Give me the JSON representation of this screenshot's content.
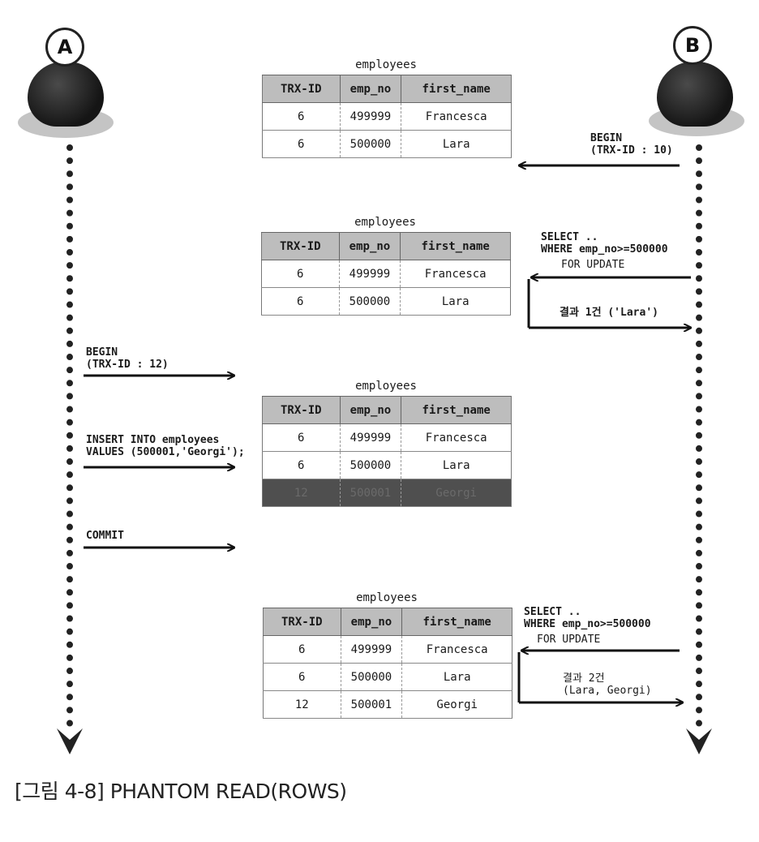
{
  "actors": {
    "a_label": "A",
    "b_label": "B"
  },
  "table_headers": [
    "TRX-ID",
    "emp_no",
    "first_name"
  ],
  "tables": [
    {
      "caption": "employees",
      "rows": [
        {
          "trx": "6",
          "emp_no": "499999",
          "first_name": "Francesca",
          "highlight": false
        },
        {
          "trx": "6",
          "emp_no": "500000",
          "first_name": "Lara",
          "highlight": false
        }
      ]
    },
    {
      "caption": "employees",
      "rows": [
        {
          "trx": "6",
          "emp_no": "499999",
          "first_name": "Francesca",
          "highlight": false
        },
        {
          "trx": "6",
          "emp_no": "500000",
          "first_name": "Lara",
          "highlight": false
        }
      ]
    },
    {
      "caption": "employees",
      "rows": [
        {
          "trx": "6",
          "emp_no": "499999",
          "first_name": "Francesca",
          "highlight": false
        },
        {
          "trx": "6",
          "emp_no": "500000",
          "first_name": "Lara",
          "highlight": false
        },
        {
          "trx": "12",
          "emp_no": "500001",
          "first_name": "Georgi",
          "highlight": true
        }
      ]
    },
    {
      "caption": "employees",
      "rows": [
        {
          "trx": "6",
          "emp_no": "499999",
          "first_name": "Francesca",
          "highlight": false
        },
        {
          "trx": "6",
          "emp_no": "500000",
          "first_name": "Lara",
          "highlight": false
        },
        {
          "trx": "12",
          "emp_no": "500001",
          "first_name": "Georgi",
          "highlight": false
        }
      ]
    }
  ],
  "labels": {
    "b_begin": "BEGIN\n(TRX-ID : 10)",
    "b_select1": "SELECT ..\nWHERE emp_no>=500000",
    "b_select1_for": "FOR UPDATE",
    "b_result1": "결과 1건 ('Lara')",
    "a_begin": "BEGIN\n(TRX-ID : 12)",
    "a_insert": "INSERT INTO employees\nVALUES (500001,'Georgi');",
    "a_commit": "COMMIT",
    "b_select2": "SELECT ..\nWHERE emp_no>=500000",
    "b_select2_for": "FOR UPDATE",
    "b_result2": "결과 2건\n(Lara, Georgi)"
  },
  "caption": "[그림 4-8] PHANTOM READ(ROWS)"
}
